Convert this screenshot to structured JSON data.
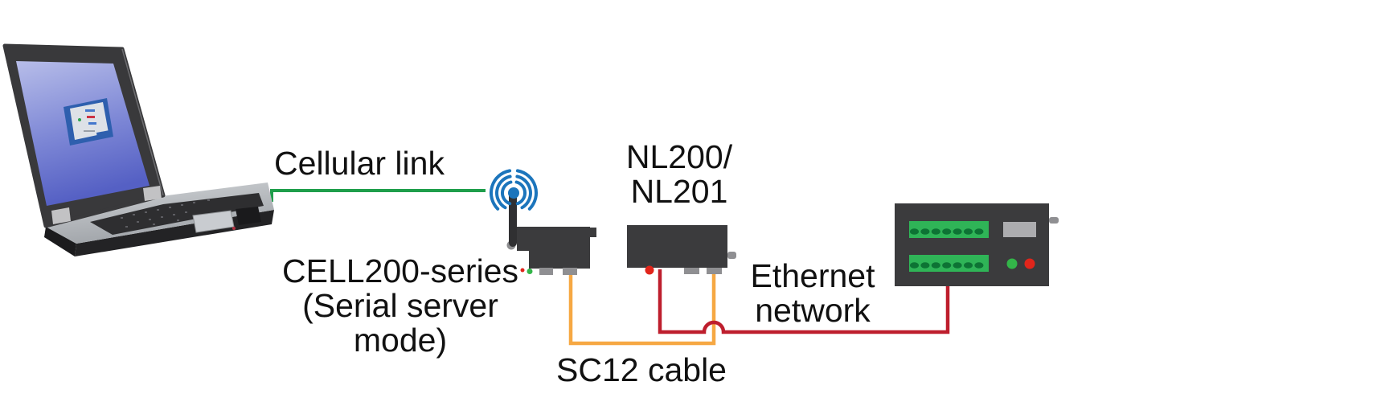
{
  "diagram": {
    "background": "#FFFFFF",
    "labels": {
      "cellular_link": "Cellular link",
      "cell200_line1": "CELL200-series",
      "cell200_line2": "(Serial server",
      "cell200_line3": "mode)",
      "nl_line1": "NL200/",
      "nl_line2": "NL201",
      "sc12": "SC12 cable",
      "ethernet_line1": "Ethernet",
      "ethernet_line2": "network"
    },
    "colors": {
      "text": "#111111",
      "link_green": "#1F9E4B",
      "cable_orange": "#F6A843",
      "cable_red": "#BE1E2D",
      "wifi_blue": "#1C75BC",
      "device_dark": "#3B3B3D",
      "terminal_green": "#2FB457",
      "terminal_hole": "#0D7334",
      "led_green": "#33B549",
      "led_red": "#E1251B",
      "connector_gray": "#8F8F92",
      "module_gray": "#ACACAF"
    },
    "icons": [
      "laptop-icon",
      "wifi-signal-icon",
      "cell200-device-icon",
      "nl200-device-icon",
      "datalogger-icon"
    ]
  }
}
